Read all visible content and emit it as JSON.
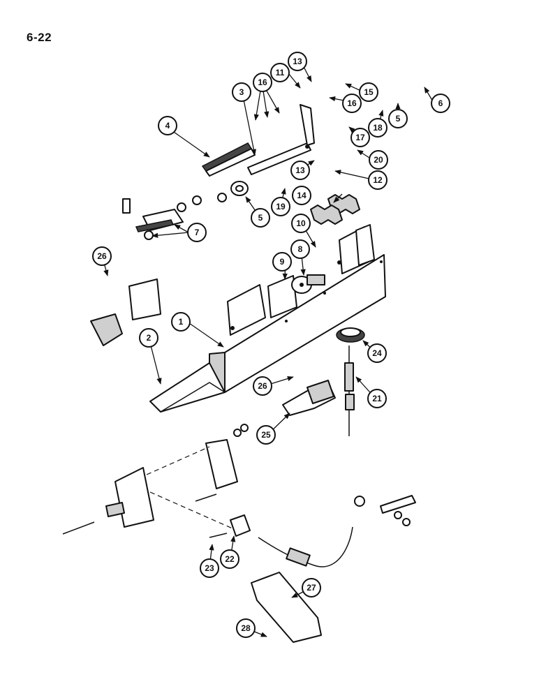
{
  "page": {
    "number": "6-22"
  },
  "callouts": [
    "1",
    "2",
    "3",
    "4",
    "5",
    "5",
    "6",
    "7",
    "8",
    "9",
    "10",
    "11",
    "12",
    "13",
    "13",
    "14",
    "15",
    "16",
    "16",
    "17",
    "18",
    "19",
    "20",
    "21",
    "22",
    "23",
    "24",
    "25",
    "26",
    "26",
    "27",
    "28"
  ]
}
